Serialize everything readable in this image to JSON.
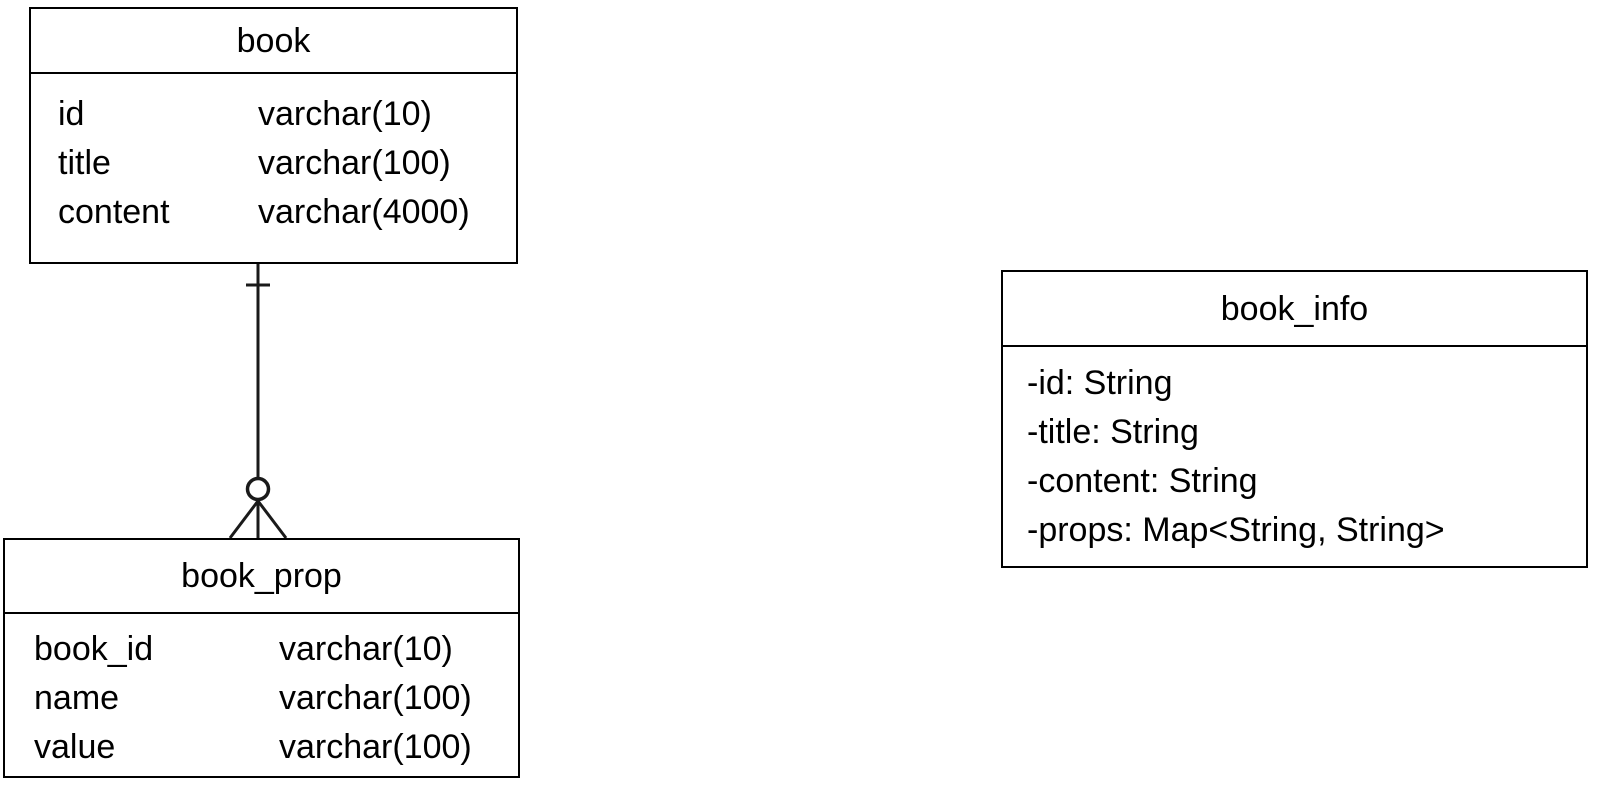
{
  "diagram": {
    "kind": "entity-relationship-diagram",
    "background_color": "#ffffff",
    "line_color": "#1a1a1a",
    "text_color": "#000000"
  },
  "entities": {
    "book": {
      "title": "book",
      "columns": [
        {
          "name": "id",
          "type": "varchar(10)"
        },
        {
          "name": "title",
          "type": "varchar(100)"
        },
        {
          "name": "content",
          "type": "varchar(4000)"
        }
      ]
    },
    "book_prop": {
      "title": "book_prop",
      "columns": [
        {
          "name": "book_id",
          "type": "varchar(10)"
        },
        {
          "name": "name",
          "type": "varchar(100)"
        },
        {
          "name": "value",
          "type": "varchar(100)"
        }
      ]
    }
  },
  "classes": {
    "book_info": {
      "title": "book_info",
      "attributes": [
        "-id: String",
        "-title: String",
        "-content: String",
        "-props: Map<String, String>"
      ]
    }
  },
  "relationship": {
    "from": "book",
    "to": "book_prop",
    "from_cardinality": "one",
    "to_cardinality": "zero-or-many",
    "notation": "crows-foot"
  }
}
